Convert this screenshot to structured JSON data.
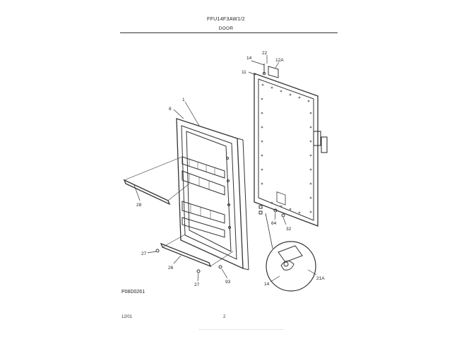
{
  "header": {
    "model": "FFU14F3AW1/2",
    "section": "DOOR"
  },
  "diagram_code": "P08D0261",
  "footer": {
    "date": "12/01",
    "page": "2"
  },
  "callouts": {
    "c1": "1",
    "c8": "8",
    "c11": "11",
    "c14_top": "14",
    "c22": "22",
    "c12a": "12A",
    "c28": "28",
    "c27_left": "27",
    "c26": "26",
    "c27_bottom": "27",
    "c93": "93",
    "c64": "64",
    "c32": "32",
    "c14_bottom": "14",
    "c21a": "21A"
  }
}
